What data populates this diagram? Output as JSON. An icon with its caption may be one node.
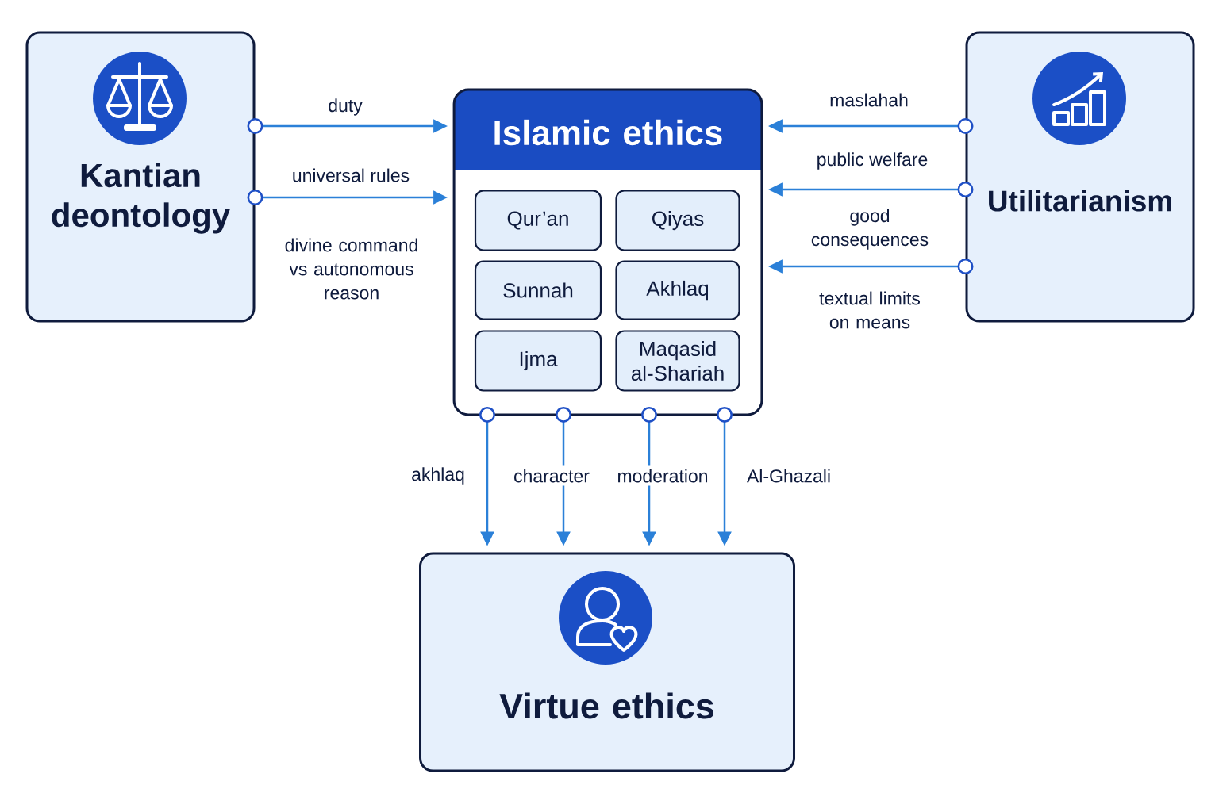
{
  "diagram": {
    "nodes": [
      {
        "text": [
          "Kantian deontology"
        ]
      },
      {
        "text": [
          "Islamic ethics"
        ]
      },
      {
        "text": [
          "Qur’an"
        ],
        "in": 1
      },
      {
        "text": [
          "Qiyas"
        ],
        "in": 1
      },
      {
        "text": [
          "Sunnah"
        ],
        "in": 1
      },
      {
        "text": [
          "Akhlaq"
        ],
        "in": 1
      },
      {
        "text": [
          "Ijma"
        ],
        "in": 1
      },
      {
        "text": [
          "Maqasid al-Shariah"
        ],
        "in": 1
      },
      {
        "text": [
          "Utilitarianism"
        ]
      },
      {
        "text": [
          "Virtue ethics"
        ]
      }
    ],
    "edges": [
      {
        "from": 0,
        "to": 1,
        "arrow": "to",
        "label": "duty"
      },
      {
        "from": 0,
        "to": 1,
        "arrow": "to",
        "label": "universal rules"
      },
      {
        "from": 8,
        "to": 1,
        "arrow": "to",
        "label": "maslahah"
      },
      {
        "from": 8,
        "to": 1,
        "arrow": "to",
        "label": "public welfare"
      },
      {
        "from": 8,
        "to": 1,
        "arrow": "to",
        "label": "good consequences"
      },
      {
        "from": 1,
        "to": 9,
        "arrow": "to",
        "label": "akhlaq"
      },
      {
        "from": 1,
        "to": 9,
        "arrow": "to",
        "label": "character"
      },
      {
        "from": 1,
        "to": 9,
        "arrow": "to",
        "label": "moderation"
      },
      {
        "from": 1,
        "to": 9,
        "arrow": "to",
        "label": "Al-Ghazali"
      }
    ],
    "labels": [
      "divine command vs autonomous reason",
      "textual limits on means"
    ]
  }
}
